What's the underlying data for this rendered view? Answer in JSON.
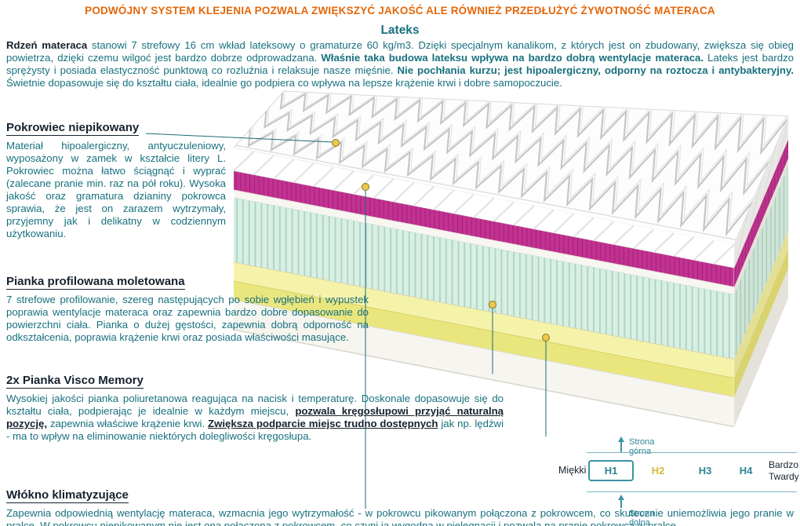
{
  "header": {
    "title": "PODWÓJNY SYSTEM KLEJENIA POZWALA ZWIĘKSZYĆ JAKOŚĆ ALE RÓWNIEŻ PRZEDŁUŻYĆ ŻYWOTNOŚĆ MATERACA"
  },
  "sections": {
    "lateks": {
      "title": "Lateks",
      "p1": "Rdzeń materaca",
      "p2": " stanowi 7 strefowy 16 cm wkład lateksowy o gramaturze 60 kg/m3. Dzięki specjalnym kanalikom, z których jest on zbudowany, zwiększa się obieg powietrza, dzięki czemu wilgoć jest bardzo dobrze odprowadzana. ",
      "p3": "Właśnie taka budowa lateksu wpływa na bardzo dobrą wentylacje materaca.",
      "p4": " Lateks jest bardzo sprężysty i posiada elastyczność punktową co rozluźnia i relaksuje nasze mięśnie. ",
      "p5": "Nie pochłania kurzu; jest hipoalergiczny, odporny na roztocza i antybakteryjny.",
      "p6": " Świetnie dopasowuje się do kształtu ciała, idealnie go podpiera co wpływa na lepsze krążenie krwi i dobre samopoczucie."
    },
    "pokrowiec": {
      "title": "Pokrowiec niepikowany",
      "body": "Materiał hipoalergiczny, antyuczuleniowy, wyposażony w zamek w kształcie litery L. Pokrowiec można łatwo ściągnąć i wyprać (zalecane pranie min. raz na pół roku). Wysoka jakość oraz gramatura dzianiny pokrowca sprawia, że jest on zarazem wytrzymały, przyjemny jak i delikatny w codziennym użytkowaniu."
    },
    "pianka_profilowana": {
      "title": "Pianka profilowana moletowana",
      "body": "7 strefowe profilowanie, szereg następujących po sobie wgłębień i wypustek poprawia wentylacje materaca oraz zapewnia bardzo dobre dopasowanie do powierzchni ciała. Pianka o dużej gęstości, zapewnia dobrą odporność na odkształcenia, poprawia krążenie krwi oraz posiada właściwości masujące."
    },
    "visco": {
      "title": "2x Pianka Visco Memory",
      "p1": "Wysokiej jakości pianka poliuretanowa reagująca na nacisk i temperaturę. Doskonale dopasowuje się do kształtu ciała, podpierając je idealnie w każdym miejscu, ",
      "p2": "pozwala kręgosłupowi przyjąć naturalną pozycję,",
      "p3": " zapewnia właściwe krążenie krwi. ",
      "p4": "Zwiększa podparcie miejsc trudno dostępnych",
      "p5": " jak np. lędźwi - ma to wpływ na eliminowanie niektórych dolegliwości kręgosłupa."
    },
    "wlokno": {
      "title": "Włókno klimatyzujące",
      "body": "Zapewnia odpowiednią wentylację materaca, wzmacnia jego wytrzymałość - w pokrowcu pikowanym połączona z pokrowcem, co skutecznie uniemożliwia jego pranie w pralce. W pokrowcu niepikowanym nie jest ona połączona z pokrowcem, co czyni ją wygodną w pielęgnacji i pozwala na pranie pokrowca w pralce."
    }
  },
  "firmness_scale": {
    "top_label": "Strona górna",
    "bottom_label": "Strona dolna",
    "left_label": "Miękki",
    "right_label_line1": "Bardzo",
    "right_label_line2": "Twardy",
    "levels": [
      "H1",
      "H2",
      "H3",
      "H4"
    ],
    "selected_level": "H1",
    "highlighted_level": "H2"
  },
  "mattress": {
    "layers": [
      {
        "name": "pokrowiec-pikowany",
        "color": "#ffffff"
      },
      {
        "name": "pianka-visco-memory",
        "color": "#c23391"
      },
      {
        "name": "wlokno-klimatyzujace",
        "color": "#f7f6f1"
      },
      {
        "name": "lateks-7-stref",
        "color": "#d9efe4"
      },
      {
        "name": "pianka-profilowana",
        "color": "#f5f3aa"
      },
      {
        "name": "pianka",
        "color": "#eae67e"
      },
      {
        "name": "spod-materaca",
        "color": "#f6f5f0"
      }
    ]
  },
  "colors": {
    "header_orange": "#e5670a",
    "body_teal": "#17707e",
    "dark_text": "#16222e",
    "scale_teal": "#3a93a3",
    "level_yellow": "#d9b93a",
    "marker_yellow": "#ecc94b",
    "annotation_line": "#1f6b78"
  }
}
